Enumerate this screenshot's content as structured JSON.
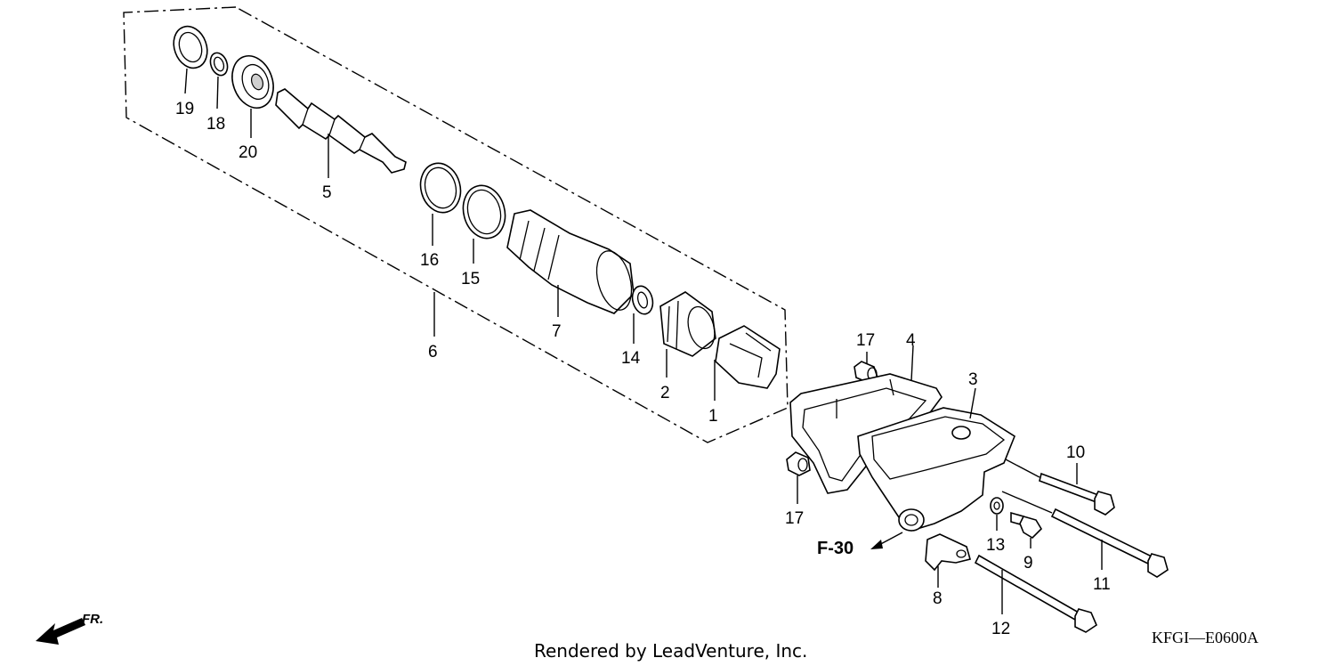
{
  "diagram": {
    "callouts": [
      {
        "id": "19",
        "text": "19"
      },
      {
        "id": "18",
        "text": "18"
      },
      {
        "id": "20",
        "text": "20"
      },
      {
        "id": "5",
        "text": "5"
      },
      {
        "id": "16",
        "text": "16"
      },
      {
        "id": "15",
        "text": "15"
      },
      {
        "id": "6",
        "text": "6"
      },
      {
        "id": "7",
        "text": "7"
      },
      {
        "id": "14",
        "text": "14"
      },
      {
        "id": "2",
        "text": "2"
      },
      {
        "id": "1",
        "text": "1"
      },
      {
        "id": "17a",
        "text": "17"
      },
      {
        "id": "4",
        "text": "4"
      },
      {
        "id": "3",
        "text": "3"
      },
      {
        "id": "10",
        "text": "10"
      },
      {
        "id": "17b",
        "text": "17"
      },
      {
        "id": "13",
        "text": "13"
      },
      {
        "id": "9",
        "text": "9"
      },
      {
        "id": "11",
        "text": "11"
      },
      {
        "id": "8",
        "text": "8"
      },
      {
        "id": "12",
        "text": "12"
      }
    ],
    "reference": "F-30",
    "direction_label": "FR.",
    "credit": "Rendered by LeadVenture, Inc.",
    "diagram_code": "KFGI—E0600A"
  }
}
